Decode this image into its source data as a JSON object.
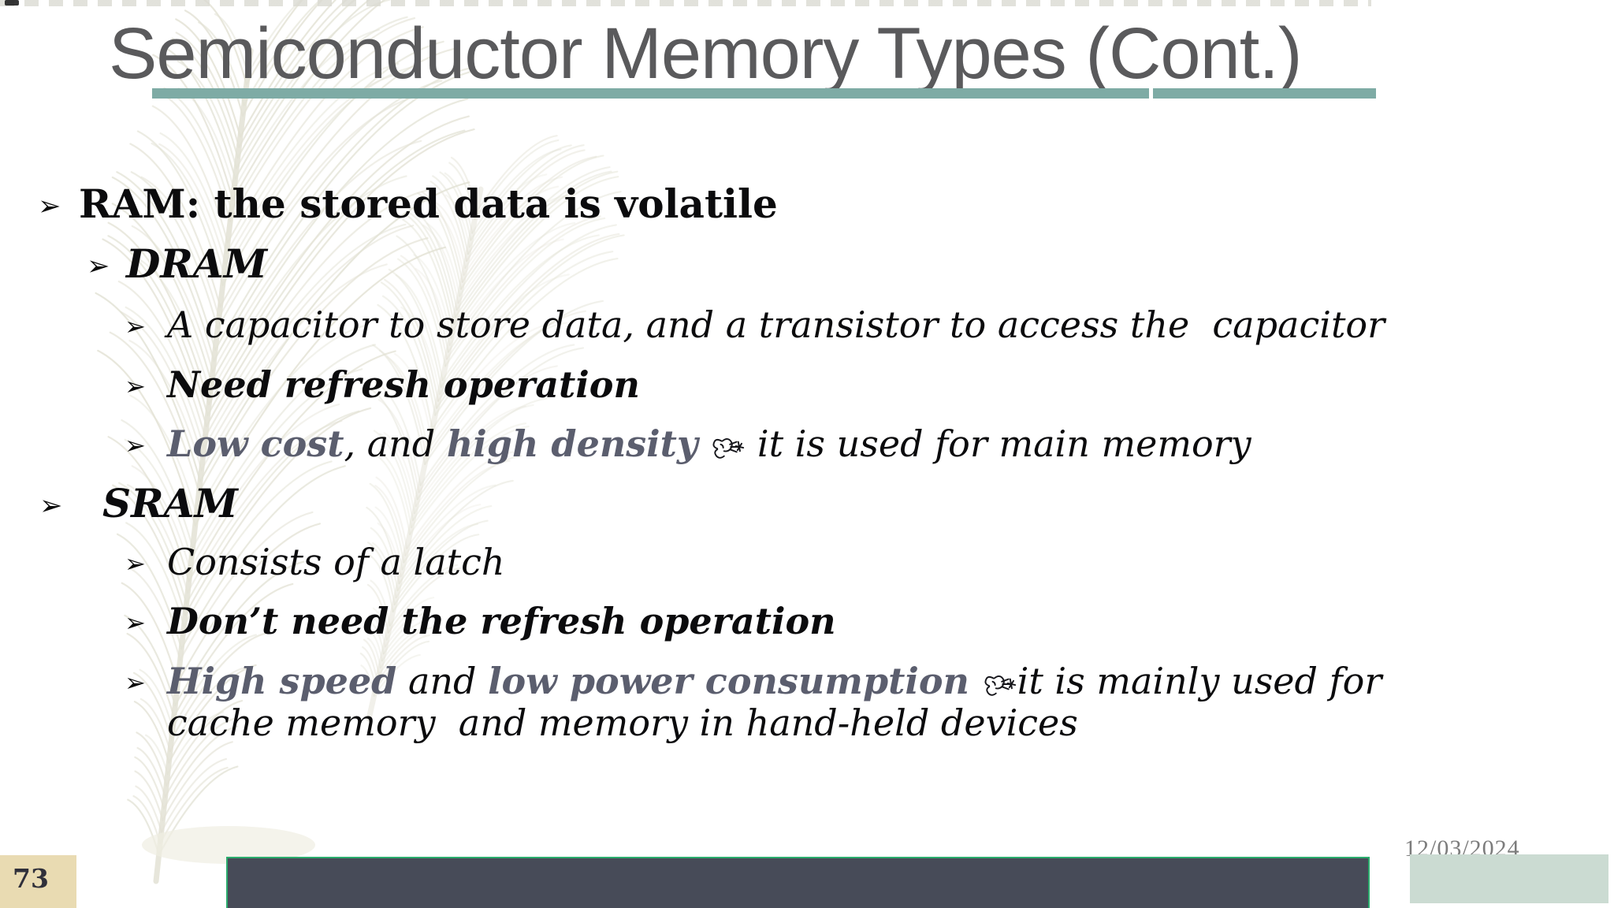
{
  "slide": {
    "title": "Semiconductor Memory Types (Cont.)",
    "page_number": "73",
    "date": "12/03/2024",
    "bullet_glyph": "➢"
  },
  "bullets": [
    {
      "level": 1,
      "lines": [
        [
          {
            "t": "RAM: the stored data is volatile"
          }
        ]
      ]
    },
    {
      "level": 2,
      "lines": [
        [
          {
            "t": "DRAM"
          }
        ]
      ]
    },
    {
      "level": 3,
      "lines": [
        [
          {
            "t": "A capacitor to store data, and a transistor to access the  capacitor"
          }
        ]
      ]
    },
    {
      "level": 3,
      "lines": [
        [
          {
            "t": "Need refresh operation",
            "b": true
          }
        ]
      ]
    },
    {
      "level": 3,
      "lines": [
        [
          {
            "t": "Low cost",
            "b": true,
            "c": "emphasis"
          },
          {
            "t": ", and "
          },
          {
            "t": "high density",
            "b": true,
            "c": "emphasis"
          },
          {
            "t": " "
          },
          {
            "icon": "wind-face-ornament"
          },
          {
            "t": " it is used for main memory"
          }
        ]
      ]
    },
    {
      "level": 1,
      "lines": [
        [
          {
            "t": "SRAM"
          }
        ]
      ]
    },
    {
      "level": 3,
      "lines": [
        [
          {
            "t": "Consists of a latch"
          }
        ]
      ]
    },
    {
      "level": 3,
      "lines": [
        [
          {
            "t": "Don’t need the refresh operation",
            "b": true
          }
        ]
      ]
    },
    {
      "level": 3,
      "lines": [
        [
          {
            "t": "High speed",
            "b": true,
            "c": "emphasis"
          },
          {
            "t": " and "
          },
          {
            "t": "low power consumption",
            "b": true,
            "c": "emphasis"
          },
          {
            "t": " "
          },
          {
            "icon": "wind-face-ornament"
          },
          {
            "t": "it is mainly used for "
          }
        ],
        [
          {
            "t": "cache memory  and memory in hand-held devices"
          }
        ]
      ]
    }
  ],
  "colors": {
    "title": "#5A5A5C",
    "title_underline": "#7EABA5",
    "body_text": "#0B0B0D",
    "emphasis": "#5B5E6E",
    "footer_bar": "#474B58",
    "footer_bar_border": "#2BAC6D",
    "page_number_box": "#E9DBB2",
    "accent_box": "#CBDBD2",
    "date_text": "#7C7C7C",
    "feather": "#E3E2D5"
  },
  "icons": {
    "bullet": "arrow-bullet-icon",
    "ornament": "wind-face-ornament-icon"
  }
}
